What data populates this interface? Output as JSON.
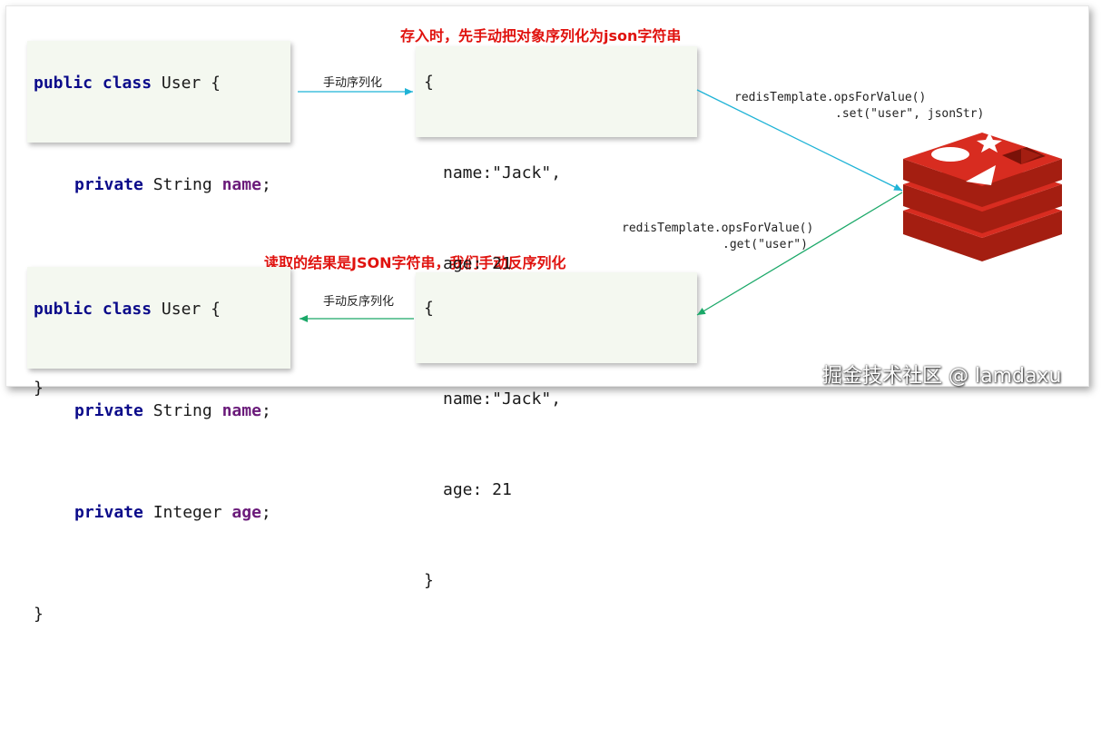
{
  "titles": {
    "top": "存入时，先手动把对象序列化为json字符串",
    "bottom": "读取的结果是JSON字符串，我们手动反序列化"
  },
  "labels": {
    "serialize": "手动序列化",
    "deserialize": "手动反序列化",
    "set_line1": "redisTemplate.opsForValue()",
    "set_line2": ".set(\"user\", jsonStr)",
    "get_line1": "redisTemplate.opsForValue()",
    "get_line2": ".get(\"user\")"
  },
  "java_class": {
    "kw_public": "public",
    "kw_class": "class",
    "name": "User",
    "open": "{",
    "close": "}",
    "kw_private": "private",
    "field1_type": "String",
    "field1_name": "name",
    "field2_type": "Integer",
    "field2_name": "age",
    "semi": ";"
  },
  "json_value": {
    "open": "{",
    "line1": "name:\"Jack\",",
    "line2": "age: 21",
    "close": "}"
  },
  "watermark": "掘金技术社区 @ lamdaxu",
  "colors": {
    "title": "#e0120e",
    "arrow_set": "#1fb3d6",
    "arrow_get": "#1aa868",
    "redis_red": "#d82c20",
    "code_bg": "#f4f8f0"
  }
}
